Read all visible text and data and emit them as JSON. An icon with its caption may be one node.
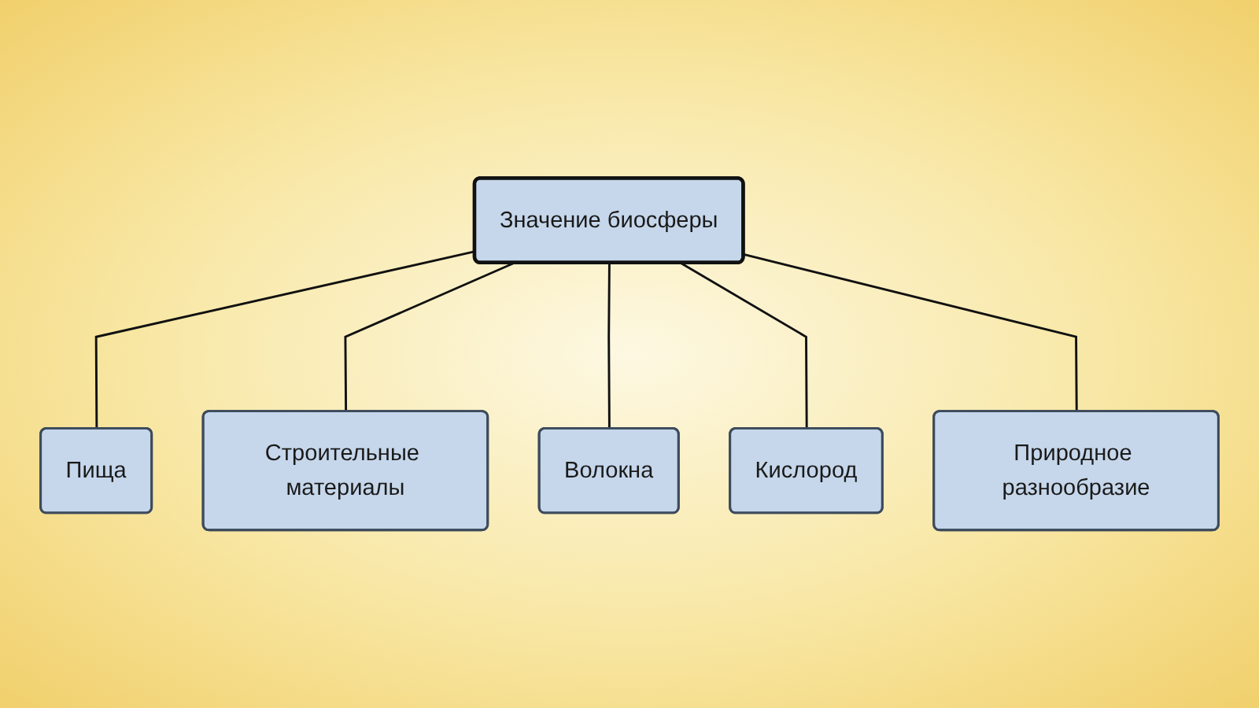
{
  "diagram": {
    "nodes": [
      {
        "text": [
          "Значение биосферы"
        ]
      },
      {
        "text": [
          "Пища"
        ]
      },
      {
        "text": [
          "Природное разнообразие"
        ]
      },
      {
        "text": [
          "Строительные материалы"
        ]
      },
      {
        "text": [
          "Кислород"
        ]
      },
      {
        "text": [
          "Волокна"
        ]
      }
    ],
    "edges": [
      {
        "from": 0,
        "to": 1,
        "arrow": "none"
      },
      {
        "from": 0,
        "to": 3,
        "arrow": "none"
      },
      {
        "from": 0,
        "to": 5,
        "arrow": "none"
      },
      {
        "from": 0,
        "to": 4,
        "arrow": "none"
      },
      {
        "from": 0,
        "to": 2,
        "arrow": "none"
      }
    ]
  }
}
